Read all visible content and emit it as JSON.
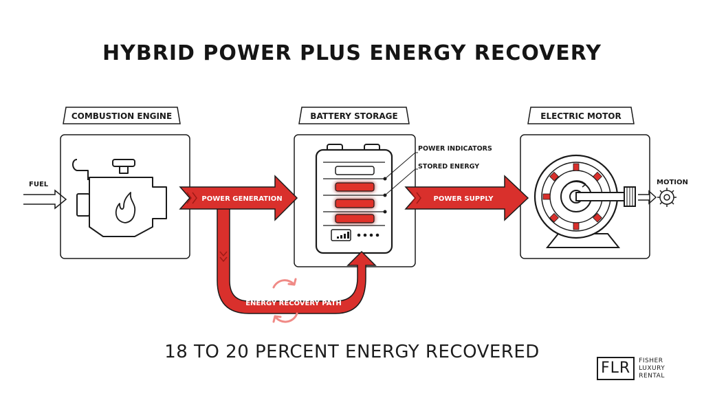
{
  "title": "HYBRID POWER PLUS ENERGY RECOVERY",
  "components": {
    "engine": "COMBUSTION ENGINE",
    "battery": "BATTERY STORAGE",
    "motor": "ELECTRIC MOTOR"
  },
  "flows": {
    "fuel": "FUEL",
    "power_generation": "POWER GENERATION",
    "power_supply": "POWER SUPPLY",
    "recovery_path": "ENERGY RECOVERY PATH",
    "motion": "MOTION"
  },
  "battery_callouts": {
    "power_indicators": "POWER INDICATORS",
    "stored_energy": "STORED ENERGY"
  },
  "footer": "18 TO 20 PERCENT ENERGY RECOVERED",
  "brand": {
    "mark": "FLR",
    "line1": "FISHER",
    "line2": "LUXURY",
    "line3": "RENTAL"
  },
  "colors": {
    "accent": "#d9302c",
    "accent_light": "#ff5a55",
    "ink": "#1a1a1a"
  }
}
